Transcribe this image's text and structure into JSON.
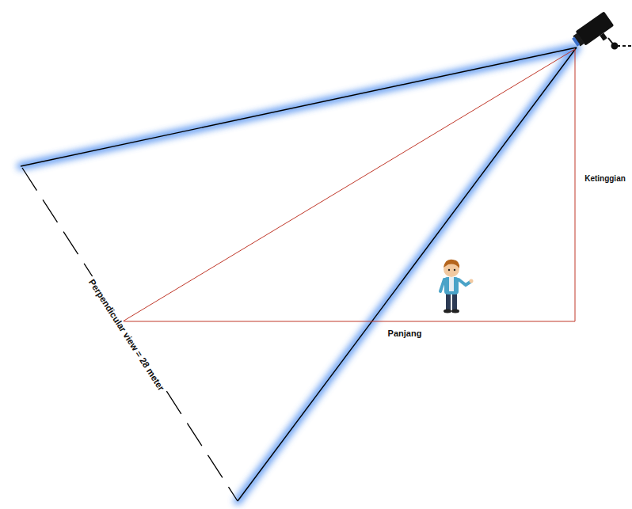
{
  "diagram": {
    "labels": [
      "Perpendicular view = 28 meter",
      "Ketinggian",
      "Panjang"
    ]
  }
}
